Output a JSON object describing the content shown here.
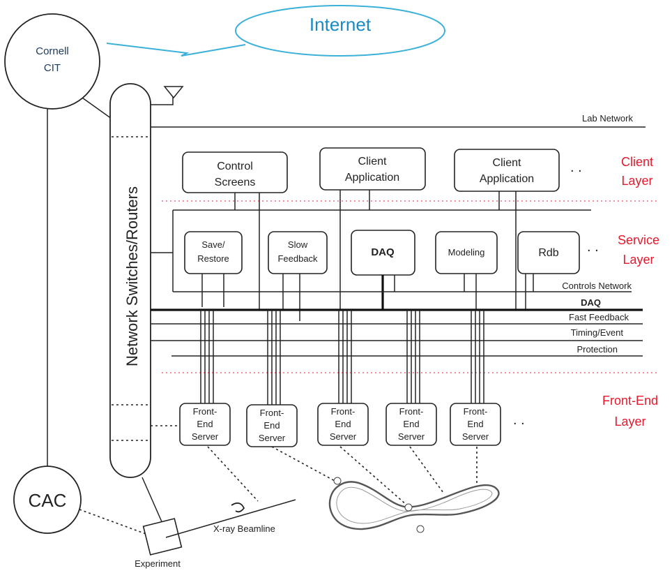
{
  "internet": "Internet",
  "cornell": [
    "Cornell",
    "CIT"
  ],
  "cac": "CAC",
  "switches": "Network Switches/Routers",
  "networks": {
    "lab": "Lab Network",
    "controls": "Controls Network",
    "daq": "DAQ",
    "fast_feedback": "Fast Feedback",
    "timing": "Timing/Event",
    "protection": "Protection"
  },
  "layers": {
    "client": [
      "Client",
      "Layer"
    ],
    "service": [
      "Service",
      "Layer"
    ],
    "frontend": [
      "Front-End",
      "Layer"
    ]
  },
  "client_boxes": [
    [
      "Control",
      "Screens"
    ],
    [
      "Client",
      "Application"
    ],
    [
      "Client",
      "Application"
    ]
  ],
  "service_boxes": [
    [
      "Save/",
      "Restore"
    ],
    [
      "Slow",
      "Feedback"
    ],
    [
      "DAQ"
    ],
    [
      "Modeling"
    ],
    [
      "Rdb"
    ]
  ],
  "frontend_box": [
    "Front-",
    "End",
    "Server"
  ],
  "ellipsis": ". .",
  "experiment": "Experiment",
  "beamline": "X-ray Beamline",
  "colors": {
    "layer_label": "#e8182c",
    "internet": "#1a8ac4",
    "cornell": "#1b3a5c"
  }
}
